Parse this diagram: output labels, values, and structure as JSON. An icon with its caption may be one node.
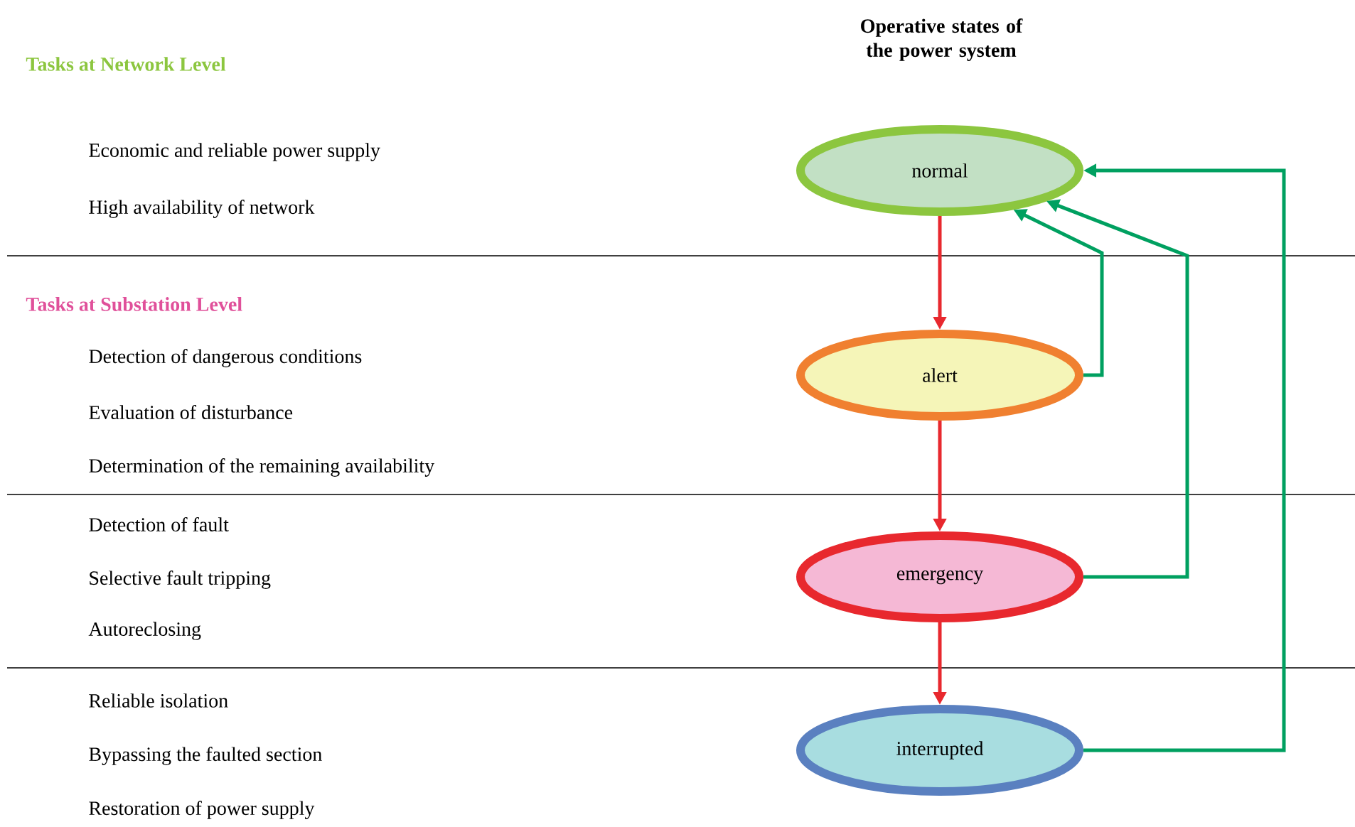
{
  "diagram": {
    "nodes": [
      {
        "text": [
          "normal"
        ]
      },
      {
        "text": [
          "alert"
        ]
      },
      {
        "text": [
          "emergency"
        ]
      },
      {
        "text": [
          "interrupted"
        ]
      }
    ],
    "edges": [
      {
        "from": 0,
        "to": 1,
        "arrow": "to",
        "color": "#e8282e"
      },
      {
        "from": 1,
        "to": 2,
        "arrow": "to",
        "color": "#e8282e"
      },
      {
        "from": 2,
        "to": 3,
        "arrow": "to",
        "color": "#e8282e"
      },
      {
        "from": 1,
        "to": 0,
        "arrow": "to",
        "color": "#00a060"
      },
      {
        "from": 2,
        "to": 0,
        "arrow": "to",
        "color": "#00a060"
      },
      {
        "from": 3,
        "to": 0,
        "arrow": "to",
        "color": "#00a060"
      }
    ],
    "labels": [
      "Tasks at Network Level",
      "Operative states of the power system",
      "Economic and reliable power supply",
      "High availability of network",
      "Tasks at Substation Level",
      "Detection of dangerous conditions",
      "Evaluation of disturbance",
      "Determination of the remaining availability",
      "Detection of fault",
      "Selective fault tripping",
      "Autoreclosing",
      "Reliable isolation",
      "Bypassing the faulted section",
      "Restoration of power supply"
    ]
  }
}
